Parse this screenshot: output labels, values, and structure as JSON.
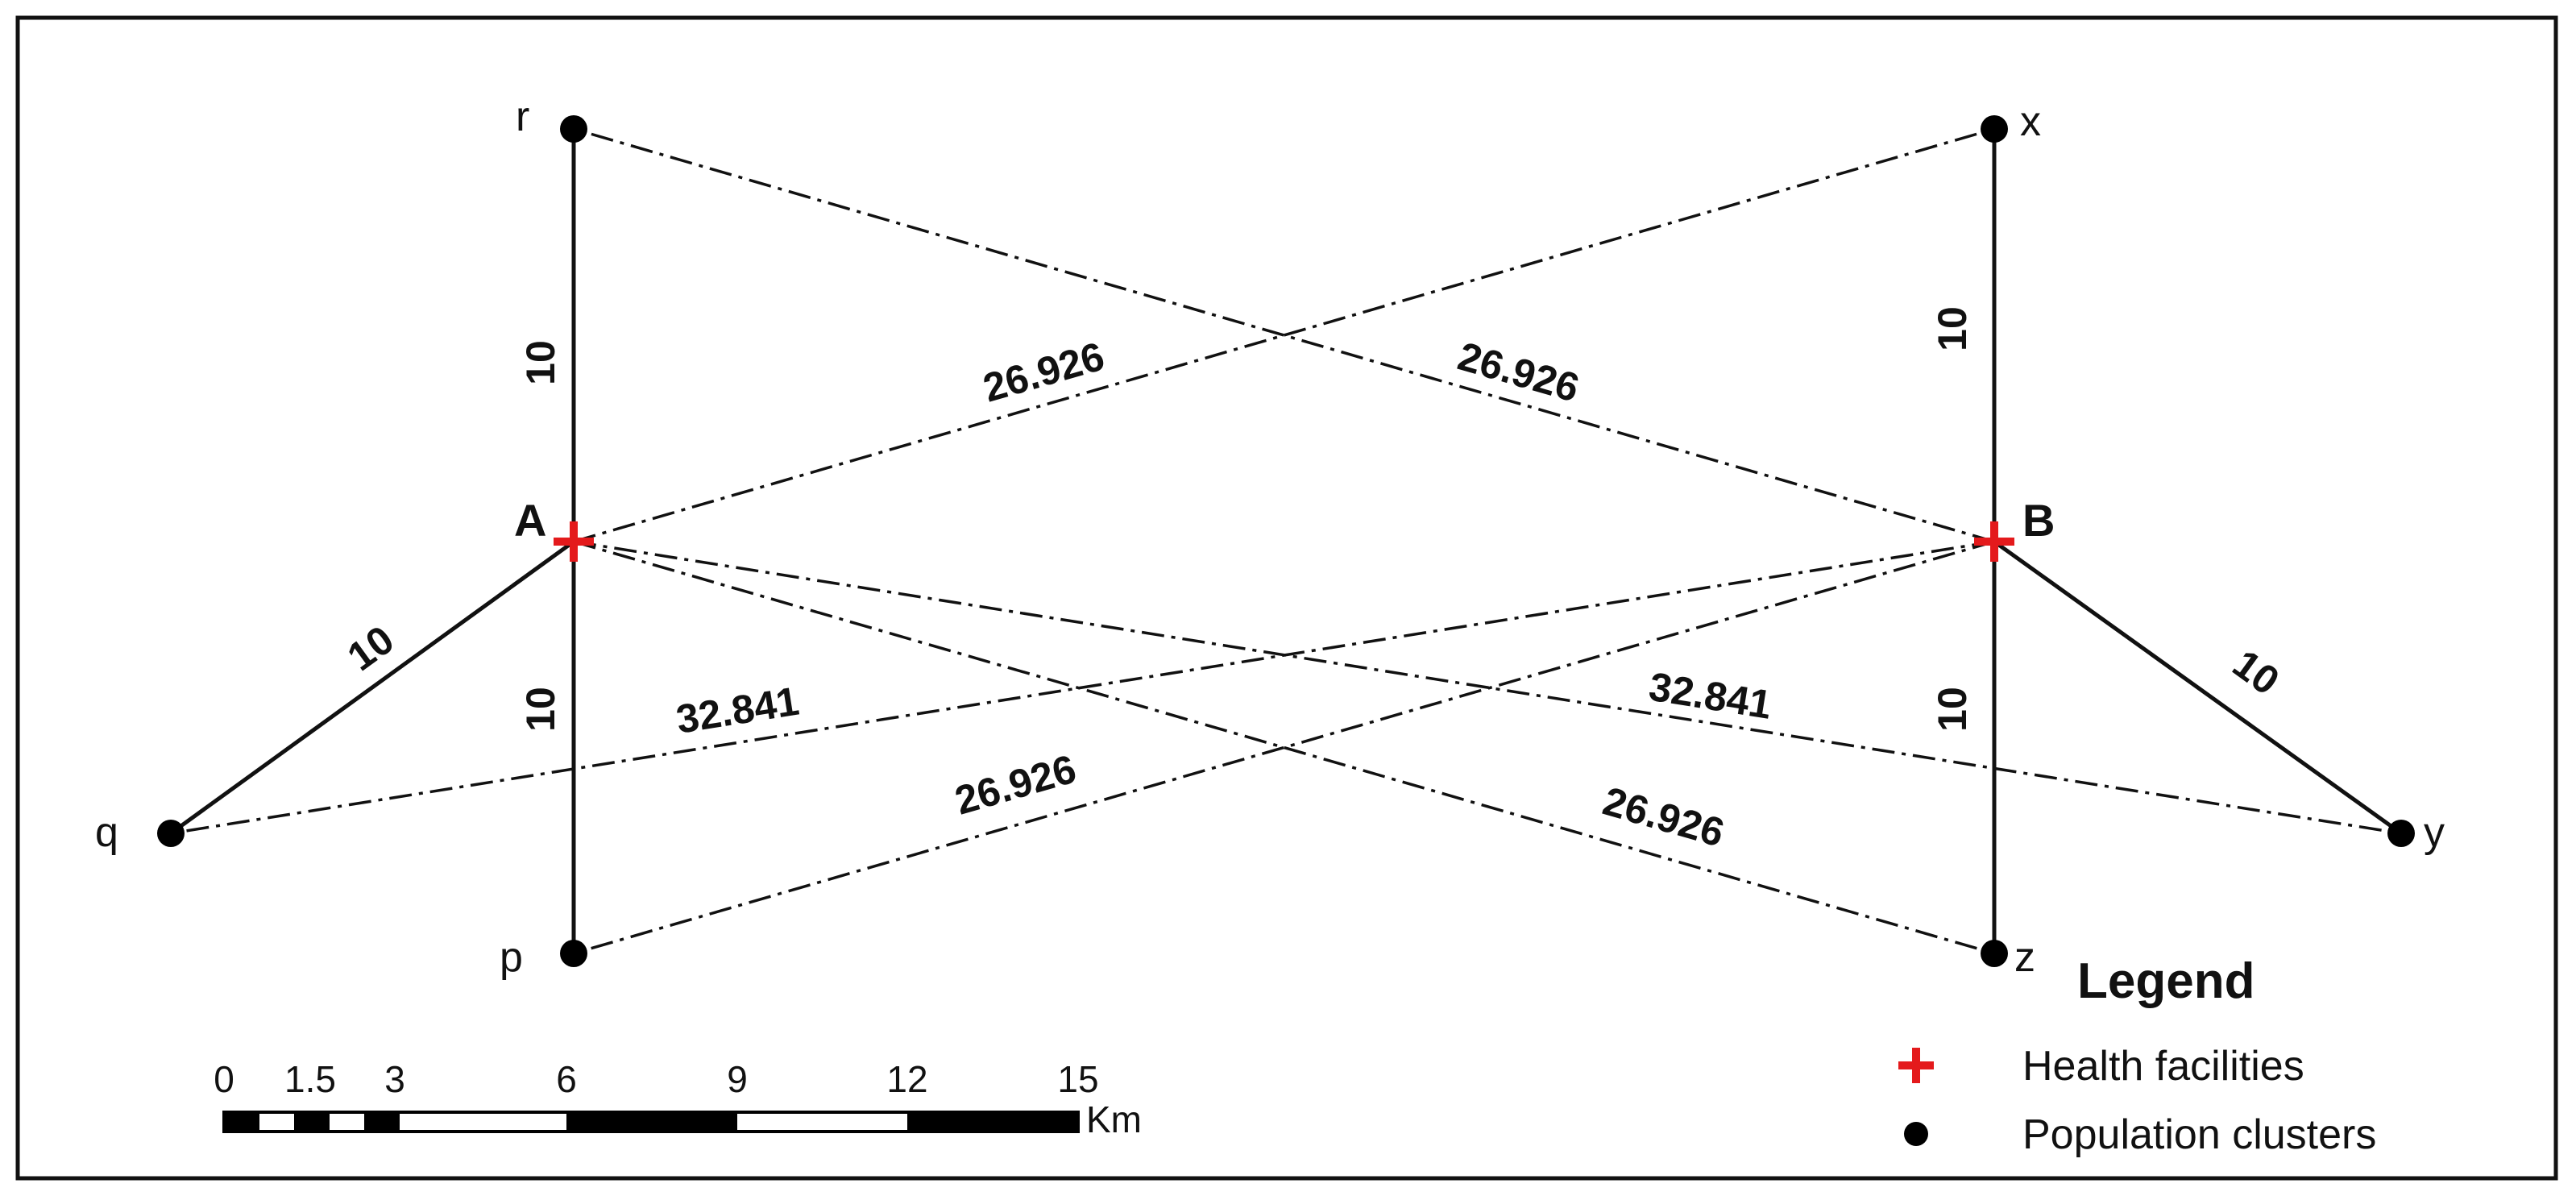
{
  "facilities": {
    "A": {
      "label": "A"
    },
    "B": {
      "label": "B"
    }
  },
  "clusters": {
    "r": {
      "label": "r"
    },
    "p": {
      "label": "p"
    },
    "q": {
      "label": "q"
    },
    "x": {
      "label": "x"
    },
    "z": {
      "label": "z"
    },
    "y": {
      "label": "y"
    }
  },
  "distances": {
    "A_r": "10",
    "A_p": "10",
    "A_q": "10",
    "B_x": "10",
    "B_z": "10",
    "B_y": "10",
    "A_x": "26.926",
    "B_r": "26.926",
    "B_q": "32.841",
    "A_y": "32.841",
    "B_p": "26.926",
    "A_z": "26.926"
  },
  "scale_bar": {
    "ticks": [
      "0",
      "1.5",
      "3",
      "6",
      "9",
      "12",
      "15"
    ],
    "unit": "Km"
  },
  "legend": {
    "title": "Legend",
    "items": [
      {
        "label": "Health facilities",
        "symbol": "red-cross",
        "color": "#e41a1c"
      },
      {
        "label": "Population clusters",
        "symbol": "black-dot",
        "color": "#000000"
      }
    ]
  },
  "colors": {
    "facility": "#e41a1c",
    "cluster": "#000000",
    "line": "#111111"
  }
}
